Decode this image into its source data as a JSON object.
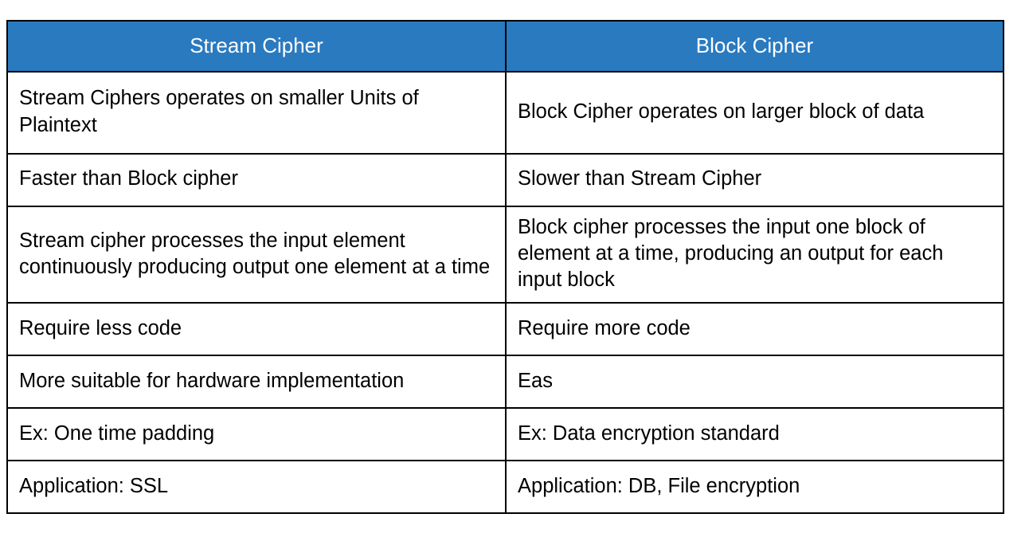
{
  "document": {
    "type": "comparison-table",
    "background_color": "#ffffff",
    "accent_color": "#2a7ac0",
    "header_text_color": "#ffffff",
    "body_text_color": "#000000",
    "border_color": "#000000"
  },
  "table": {
    "headers": [
      "Stream Cipher",
      "Block Cipher"
    ],
    "rows": [
      {
        "left": "Stream Ciphers operates on smaller Units of Plaintext",
        "right": "Block Cipher operates on larger block of data"
      },
      {
        "left": "Faster than Block cipher",
        "right": "Slower than Stream Cipher"
      },
      {
        "left": "Stream cipher processes the input element continuously producing output one element at a time",
        "right": "Block cipher processes the input one block of element at a time, producing an output for each input block"
      },
      {
        "left": "Require less code",
        "right": "Require more code"
      },
      {
        "left": "More suitable for hardware implementation",
        "right": "Eas"
      },
      {
        "left": "Ex: One time padding",
        "right": "Ex: Data encryption standard"
      },
      {
        "left": "Application: SSL",
        "right": "Application: DB, File encryption"
      }
    ]
  }
}
